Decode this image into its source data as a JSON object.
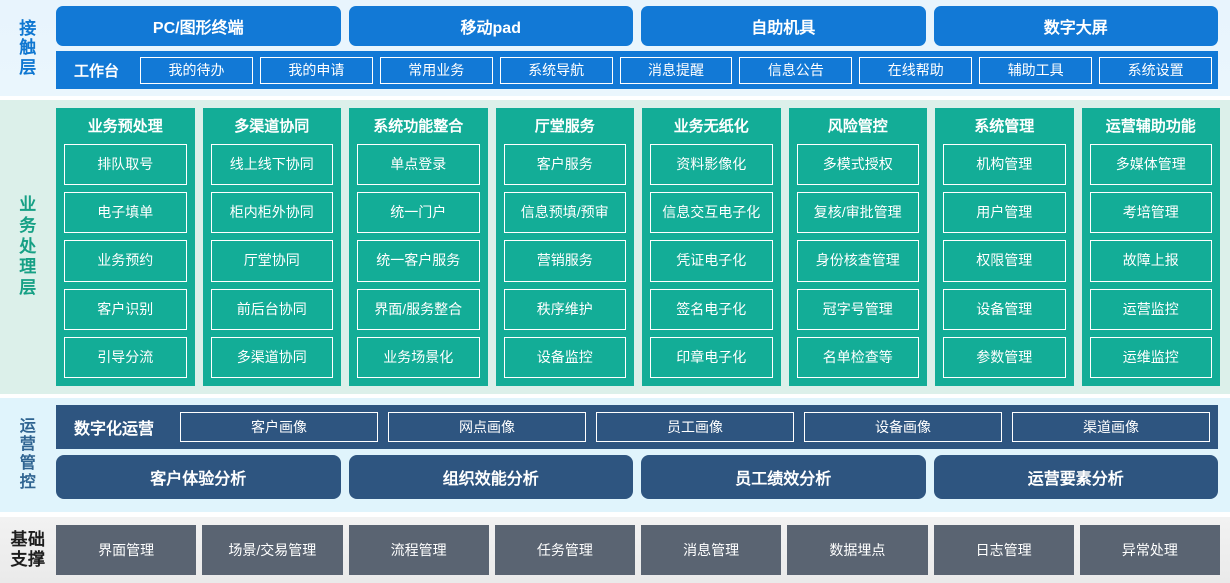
{
  "layers": {
    "access": {
      "label": "接触层",
      "label_chars": [
        "接",
        "触",
        "层"
      ],
      "channels": [
        "PC/图形终端",
        "移动pad",
        "自助机具",
        "数字大屏"
      ],
      "workbench_title": "工作台",
      "workbench_items": [
        "我的待办",
        "我的申请",
        "常用业务",
        "系统导航",
        "消息提醒",
        "信息公告",
        "在线帮助",
        "辅助工具",
        "系统设置"
      ]
    },
    "business": {
      "label": "业务处理层",
      "label_chars": [
        "业",
        "务",
        "处",
        "理",
        "层"
      ],
      "columns": [
        {
          "title": "业务预处理",
          "items": [
            "排队取号",
            "电子填单",
            "业务预约",
            "客户识别",
            "引导分流"
          ]
        },
        {
          "title": "多渠道协同",
          "items": [
            "线上线下协同",
            "柜内柜外协同",
            "厅堂协同",
            "前后台协同",
            "多渠道协同"
          ]
        },
        {
          "title": "系统功能整合",
          "items": [
            "单点登录",
            "统一门户",
            "统一客户服务",
            "界面/服务整合",
            "业务场景化"
          ]
        },
        {
          "title": "厅堂服务",
          "items": [
            "客户服务",
            "信息预填/预审",
            "营销服务",
            "秩序维护",
            "设备监控"
          ]
        },
        {
          "title": "业务无纸化",
          "items": [
            "资料影像化",
            "信息交互电子化",
            "凭证电子化",
            "签名电子化",
            "印章电子化"
          ]
        },
        {
          "title": "风险管控",
          "items": [
            "多模式授权",
            "复核/审批管理",
            "身份核查管理",
            "冠字号管理",
            "名单检查等"
          ]
        },
        {
          "title": "系统管理",
          "items": [
            "机构管理",
            "用户管理",
            "权限管理",
            "设备管理",
            "参数管理"
          ]
        },
        {
          "title": "运营辅助功能",
          "items": [
            "多媒体管理",
            "考培管理",
            "故障上报",
            "运营监控",
            "运维监控"
          ]
        }
      ]
    },
    "operations": {
      "label": "运营管控",
      "label_chars": [
        "运",
        "营",
        "管",
        "控"
      ],
      "digital_title": "数字化运营",
      "portraits": [
        "客户画像",
        "网点画像",
        "员工画像",
        "设备画像",
        "渠道画像"
      ],
      "analyses": [
        "客户体验分析",
        "组织效能分析",
        "员工绩效分析",
        "运营要素分析"
      ]
    },
    "base": {
      "label": "基础支撑",
      "label_chars": [
        "基础",
        "支撑"
      ],
      "items": [
        "界面管理",
        "场景/交易管理",
        "流程管理",
        "任务管理",
        "消息管理",
        "数据埋点",
        "日志管理",
        "异常处理"
      ]
    }
  },
  "colors": {
    "access_blue": "#1279d6",
    "access_bg": "#e8f4fd",
    "business_green": "#13ad97",
    "business_bg": "#dcf0ea",
    "operations_navy": "#2e5580",
    "operations_bg": "#e0f4fc",
    "base_gray": "#5a6472",
    "base_bg": "#f0f0f0"
  }
}
